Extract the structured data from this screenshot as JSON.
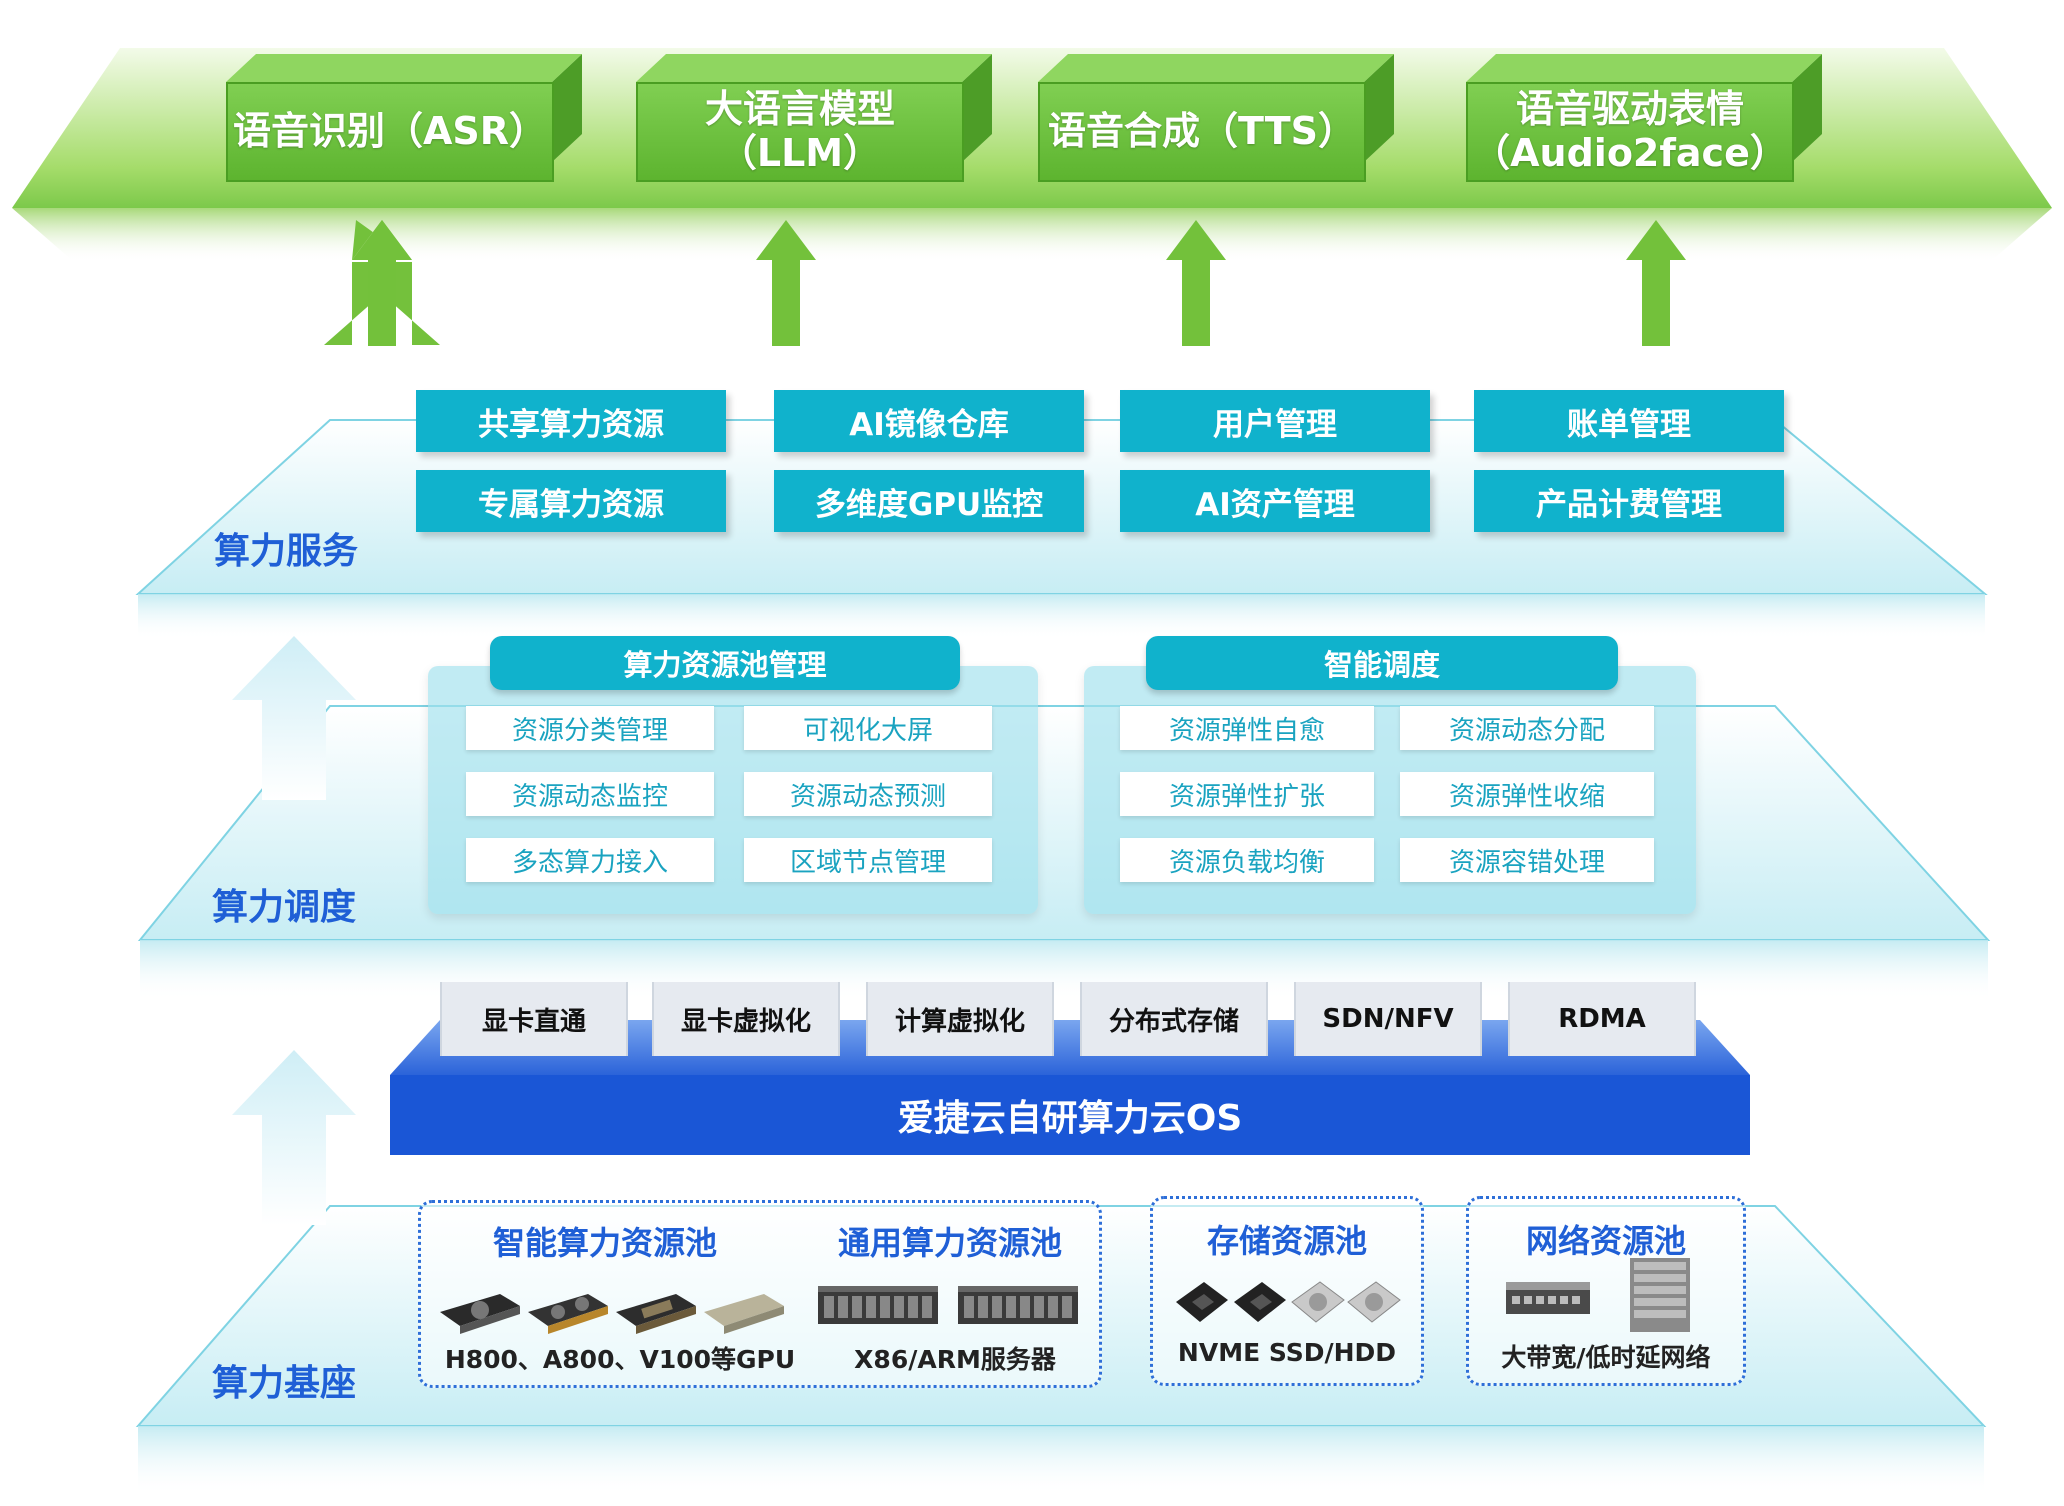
{
  "apps": [
    {
      "label": "语音识别（ASR）"
    },
    {
      "label": "大语言模型\n（LLM）"
    },
    {
      "label": "语音合成（TTS）"
    },
    {
      "label": "语音驱动表情\n（Audio2face）"
    }
  ],
  "layers": {
    "service": "算力服务",
    "schedule": "算力调度",
    "base": "算力基座"
  },
  "services": [
    "共享算力资源",
    "AI镜像仓库",
    "用户管理",
    "账单管理",
    "专属算力资源",
    "多维度GPU监控",
    "AI资产管理",
    "产品计费管理"
  ],
  "pool_mgmt": {
    "title": "算力资源池管理",
    "items": [
      "资源分类管理",
      "可视化大屏",
      "资源动态监控",
      "资源动态预测",
      "多态算力接入",
      "区域节点管理"
    ]
  },
  "smart_sched": {
    "title": "智能调度",
    "items": [
      "资源弹性自愈",
      "资源动态分配",
      "资源弹性扩张",
      "资源弹性收缩",
      "资源负载均衡",
      "资源容错处理"
    ]
  },
  "os": {
    "modules": [
      "显卡直通",
      "显卡虚拟化",
      "计算虚拟化",
      "分布式存储",
      "SDN/NFV",
      "RDMA"
    ],
    "bar": "爱捷云自研算力云OS"
  },
  "base": {
    "ai_pool": {
      "title": "智能算力资源池",
      "caption": "H800、A800、V100等GPU"
    },
    "general_pool": {
      "title": "通用算力资源池",
      "caption": "X86/ARM服务器"
    },
    "storage_pool": {
      "title": "存储资源池",
      "caption": "NVME SSD/HDD"
    },
    "network_pool": {
      "title": "网络资源池",
      "caption": "大带宽/低时延网络"
    }
  },
  "colors": {
    "green": "#6cc13e",
    "teal": "#10b2cc",
    "blue": "#1a56d6",
    "label_blue": "#1f5fd6"
  }
}
